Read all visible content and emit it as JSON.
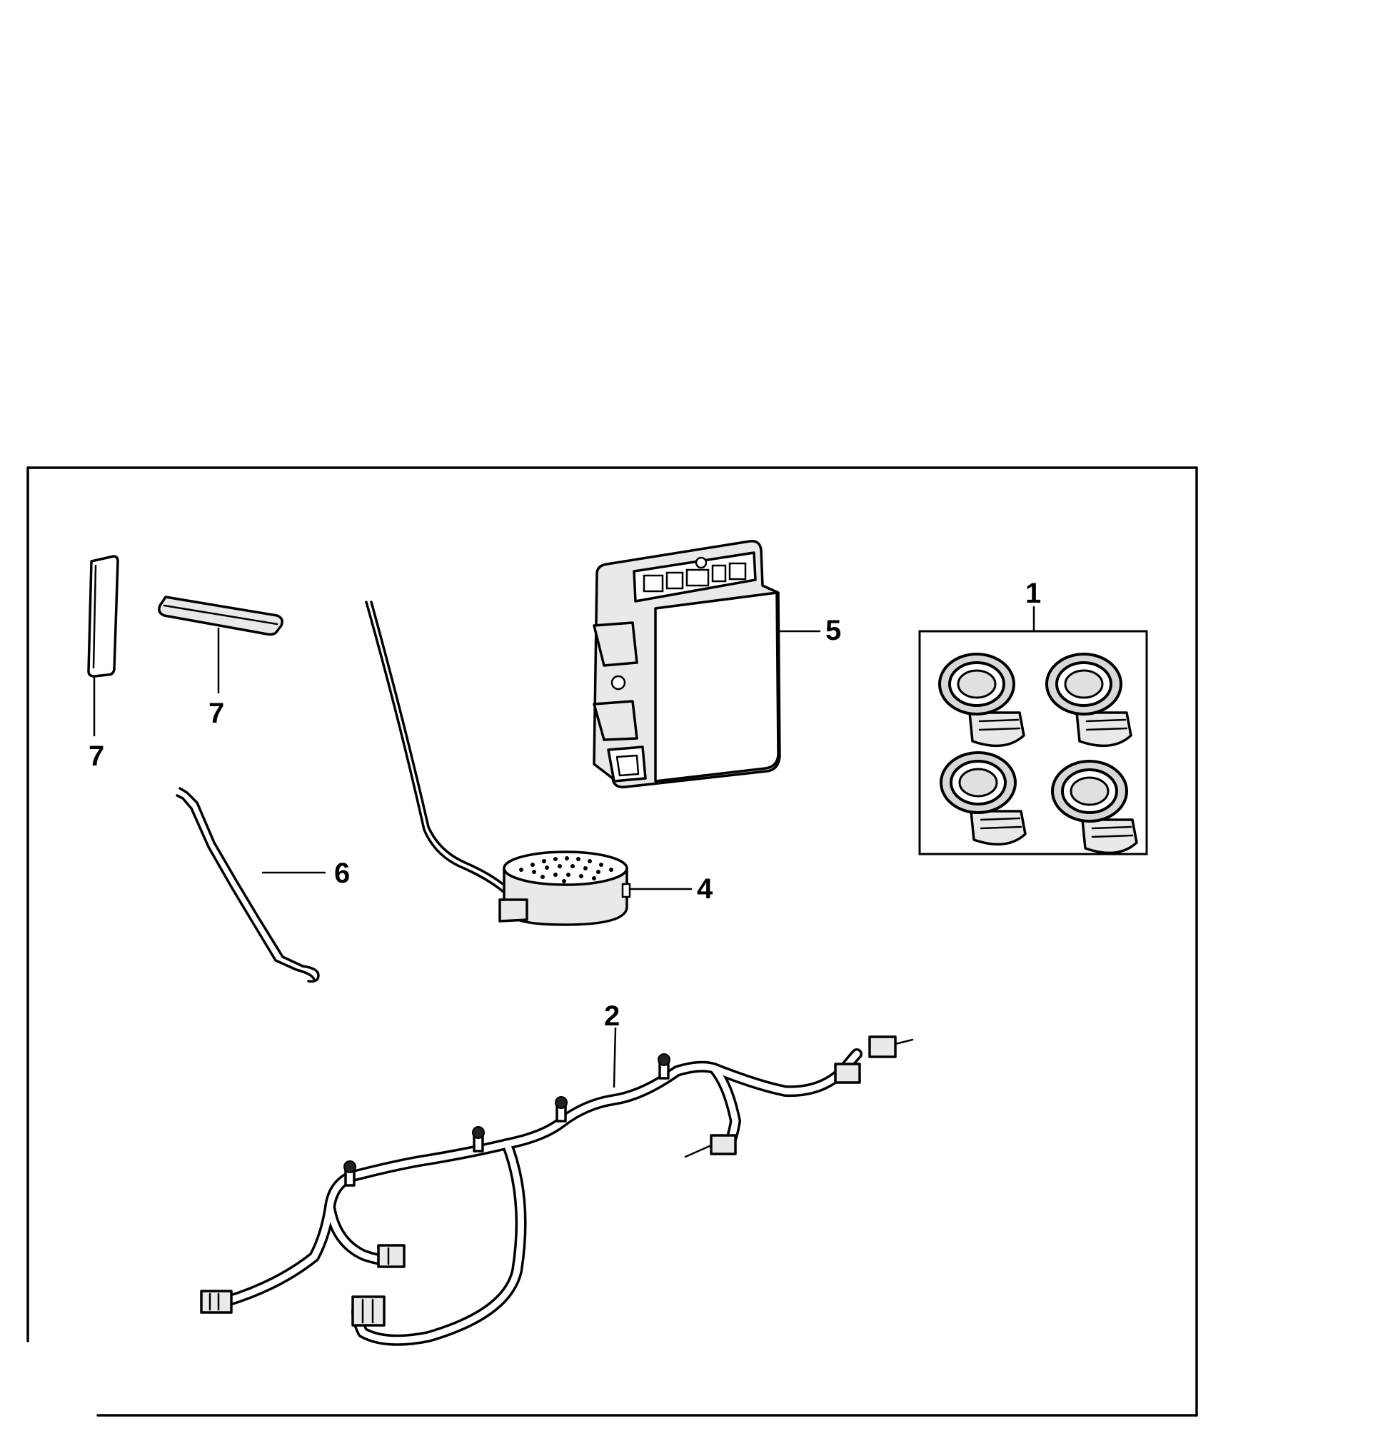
{
  "callouts": {
    "c1": "1",
    "c2": "2",
    "c4": "4",
    "c5": "5",
    "c6": "6",
    "c7a": "7",
    "c7b": "7"
  },
  "parts": [
    {
      "ref": "1",
      "icon": "parking-sensor-set-icon",
      "count": 4
    },
    {
      "ref": "2",
      "icon": "wiring-harness-icon"
    },
    {
      "ref": "4",
      "icon": "buzzer-speaker-icon"
    },
    {
      "ref": "5",
      "icon": "control-module-icon"
    },
    {
      "ref": "6",
      "icon": "bracket-rod-icon"
    },
    {
      "ref": "7",
      "icon": "adhesive-pad-icon",
      "count": 2
    }
  ]
}
